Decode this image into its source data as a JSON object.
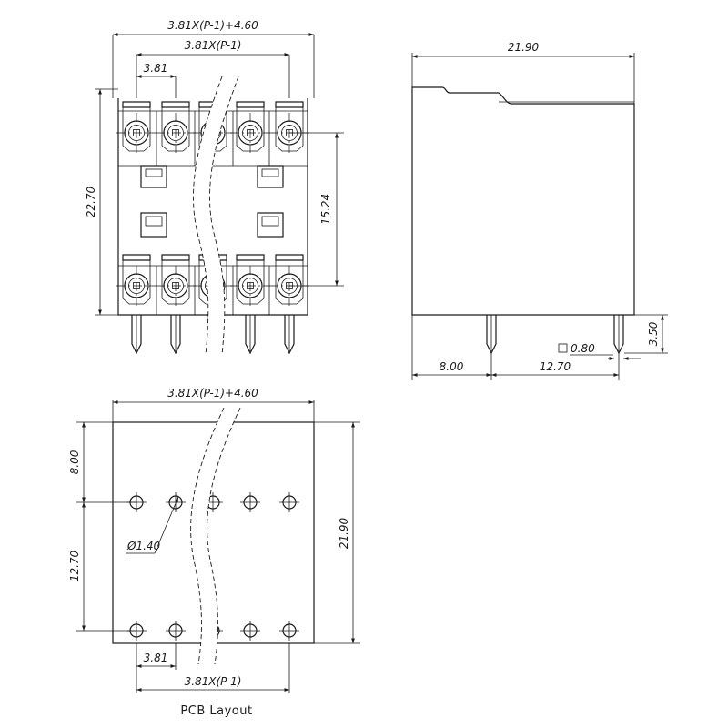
{
  "front_view": {
    "dim_overall_width": "3.81X(P-1)+4.60",
    "dim_pitch_span": "3.81X(P-1)",
    "dim_pitch": "3.81",
    "dim_height": "22.70",
    "dim_row_spacing": "15.24"
  },
  "side_view": {
    "dim_depth": "21.90",
    "dim_pin_length": "3.50",
    "dim_pin_square": "0.80",
    "dim_front_offset": "8.00",
    "dim_pin_row_spacing": "12.70"
  },
  "pcb_layout": {
    "dim_overall_width": "3.81X(P-1)+4.60",
    "dim_top_offset": "8.00",
    "dim_row_spacing": "12.70",
    "dim_depth": "21.90",
    "dim_hole_diameter": "Ø1.40",
    "dim_pitch": "3.81",
    "dim_pitch_span": "3.81X(P-1)",
    "caption": "PCB Layout"
  }
}
